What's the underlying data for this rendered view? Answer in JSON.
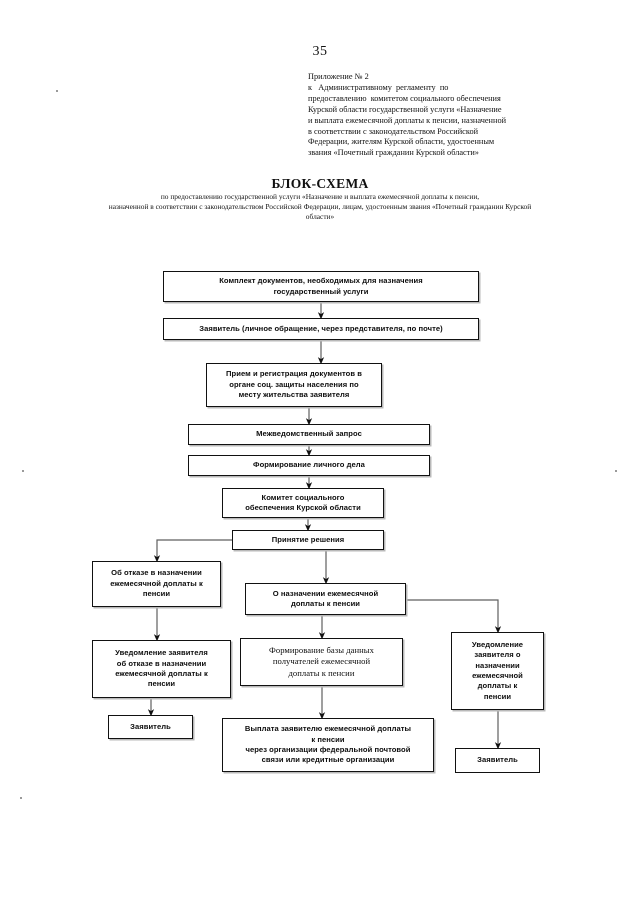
{
  "page": {
    "number": "35"
  },
  "appendix": {
    "lines": [
      "Приложение № 2",
      "к   Административному  регламенту  по",
      "предоставлению  комитетом социального обеспечения",
      "Курской области государственной услуги «Назначение",
      "и выплата ежемесячной доплаты к пенсии, назначенной",
      "в соответствии с законодательством Российской",
      "Федерации, жителям Курской области, удостоенным",
      "звания «Почетный гражданин Курской области»"
    ]
  },
  "title": {
    "heading": "БЛОК-СХЕМА",
    "subtitle_lines": [
      "по предоставлению государственной услуги  «Назначение и выплата ежемесячной доплаты к пенсии,",
      "назначенной в соответствии с законодательством Российской Федерации, лицам, удостоенным звания «Почетный гражданин Курской",
      "области»"
    ]
  },
  "flowchart": {
    "type": "flowchart",
    "nodes": {
      "docset": "Комплект документов, необходимых для назначения\nгосударственный услуги",
      "applicant": "Заявитель (личное обращение, через представителя, по почте)",
      "intake": "Прием и регистрация документов в\nоргане соц. защиты населения по\nместу жительства заявителя",
      "interdept": "Межведомственный запрос",
      "personalfile": "Формирование личного дела",
      "committee": "Комитет социального\nобеспечения Курской области",
      "decision": "Принятие решения",
      "refuse": "Об отказе в назначении\nежемесячной доплаты к\nпенсии",
      "grant": "О назначении ежемесячной\nдоплаты к пенсии",
      "notify_refuse": "Уведомление заявителя\nоб отказе в назначении\nежемесячной доплаты к\nпенсии",
      "database": "Формирование базы данных\nполучателей ежемесячной\nдоплаты к пенсии",
      "notify_grant": "Уведомление\nзаявителя  о\nназначении\nежемесячной\nдоплаты к\nпенсии",
      "applicant_left": "Заявитель",
      "payment": "Выплата заявителю ежемесячной доплаты\nк пенсии\nчерез организации федеральной почтовой\nсвязи или кредитные организации",
      "applicant_right": "Заявитель"
    }
  },
  "colors": {
    "ink": "#111111",
    "paper": "#ffffff",
    "shadow": "#b9b9b9"
  }
}
